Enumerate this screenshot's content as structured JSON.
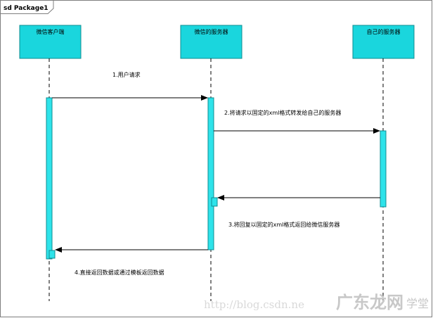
{
  "frame": {
    "title": "sd Package1"
  },
  "lifelines": [
    {
      "id": "client",
      "label": "微信客户端"
    },
    {
      "id": "wxserver",
      "label": "微信的服务器"
    },
    {
      "id": "myserver",
      "label": "自己的服务器"
    }
  ],
  "messages": [
    {
      "id": "m1",
      "label": "1.用户请求"
    },
    {
      "id": "m2",
      "label": "2.将请求以固定的xml格式转发给自己的服务器"
    },
    {
      "id": "m3",
      "label": "3.将回复以固定的xml格式返回给微信服务器"
    },
    {
      "id": "m4",
      "label": "4.直接返回数据或通过模板返回数据"
    }
  ],
  "watermark": {
    "url": "http://blog.csdn.ne",
    "logo": "广东龙网",
    "logo_suffix": "学堂"
  },
  "colors": {
    "lifeline_fill": "#1ad6dd",
    "lifeline_stroke": "#0e8c91",
    "activation_fill": "#2ee3ea",
    "frame": "#7f7f7f"
  }
}
